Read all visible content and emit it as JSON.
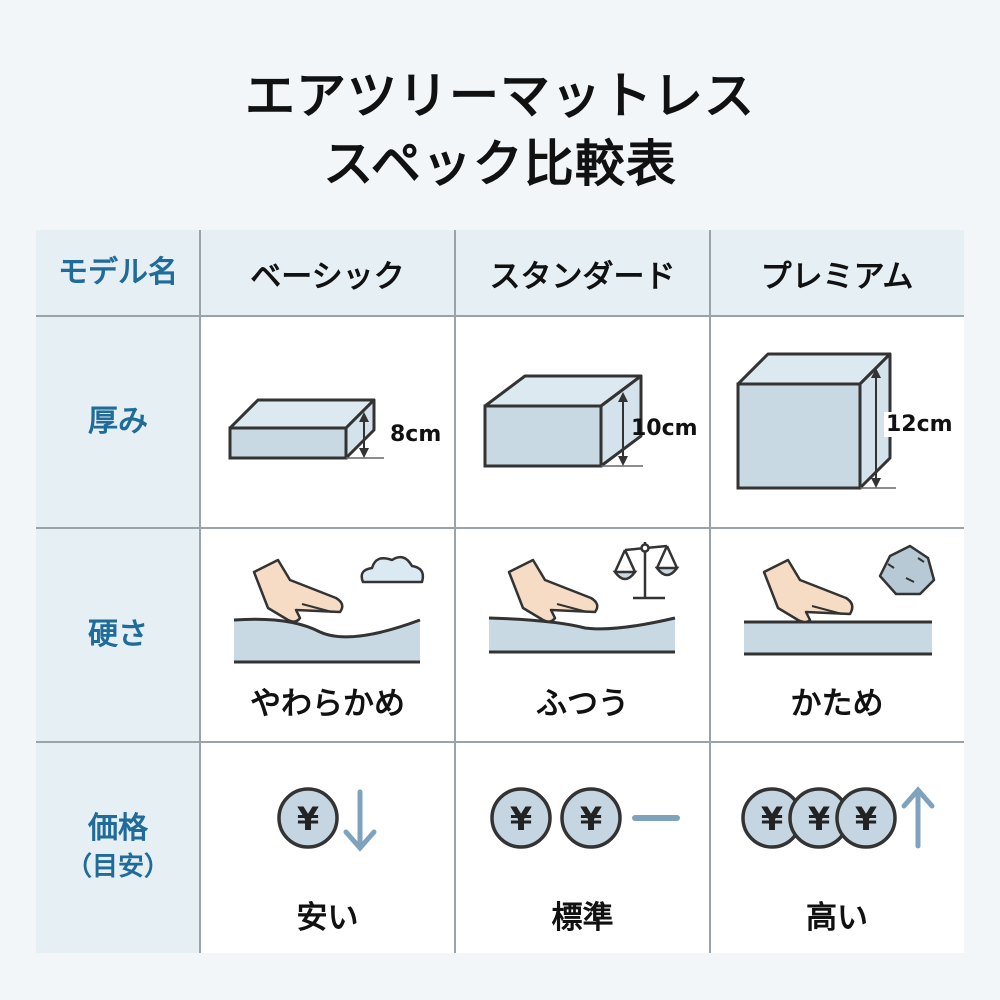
{
  "title": {
    "line1": "エアツリーマットレス",
    "line2": "スペック比較表"
  },
  "table": {
    "corner_label": "モデル名",
    "columns": [
      "ベーシック",
      "スタンダード",
      "プレミアム"
    ],
    "rows": [
      {
        "label": "厚み",
        "sub": "",
        "values": [
          "8cm",
          "10cm",
          "12cm"
        ],
        "icon": "mattress-block-icon"
      },
      {
        "label": "硬さ",
        "sub": "",
        "values": [
          "やわらかめ",
          "ふつう",
          "かため"
        ],
        "icons": [
          "cloud-icon",
          "balance-scale-icon",
          "rock-icon"
        ]
      },
      {
        "label": "価格",
        "sub": "（目安）",
        "values": [
          "安い",
          "標準",
          "高い"
        ],
        "coin_counts": [
          1,
          2,
          3
        ],
        "trend_icons": [
          "arrow-down-icon",
          "dash-icon",
          "arrow-up-icon"
        ]
      }
    ]
  },
  "colors": {
    "accent_blue": "#1f6b9a",
    "header_bg": "#e6eff4",
    "mattress_fill": "#c9d9e4",
    "coin_fill": "#c5d6e2",
    "arrow": "#7fa3bd",
    "hand_skin": "#f6dcc4",
    "grid_line": "#9aa3aa"
  }
}
